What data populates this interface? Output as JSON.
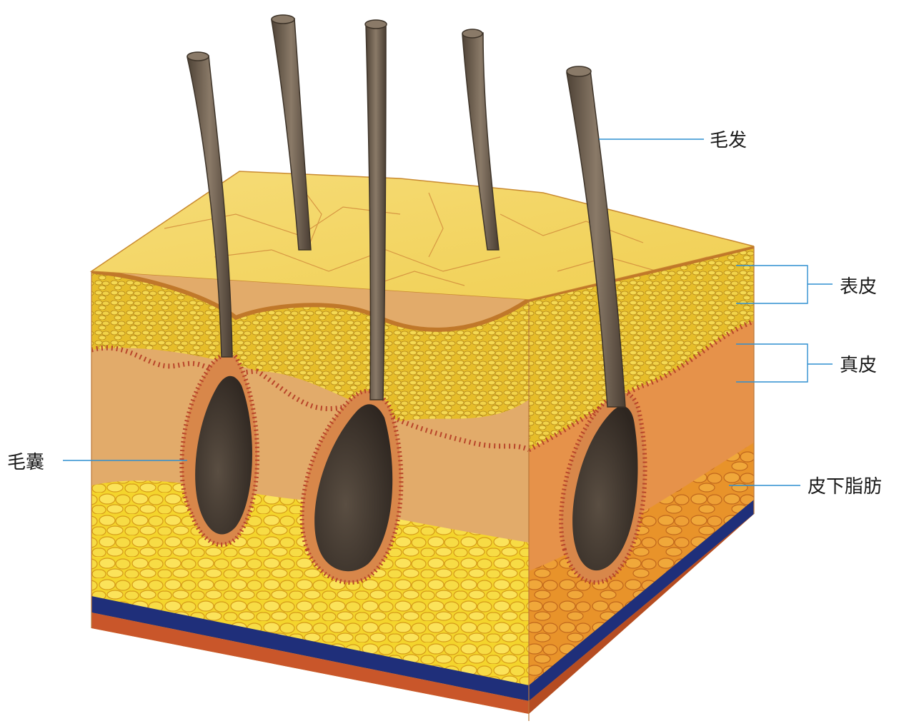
{
  "labels": {
    "hair": "毛发",
    "epidermis": "表皮",
    "dermis": "真皮",
    "follicle": "毛囊",
    "subcutaneous_fat": "皮下脂肪"
  },
  "colors": {
    "leader_line": "#2f8fd0",
    "surface": "#f3d25c",
    "epidermis_cells": "#e9c02a",
    "dermis": "#e4ad62",
    "fat": "#f2d22a",
    "follicle_border": "#b8452a",
    "hair": "#6a5a4a",
    "blue_band": "#1f2f7a",
    "base": "#c9562a"
  }
}
